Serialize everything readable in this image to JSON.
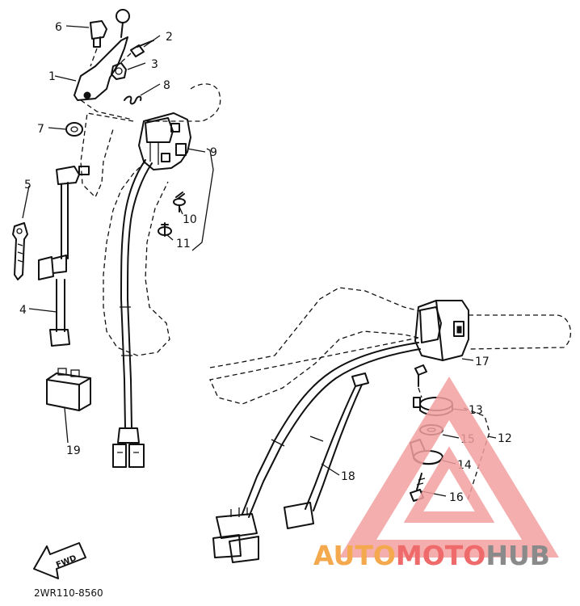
{
  "callouts": [
    "1",
    "2",
    "3",
    "4",
    "5",
    "6",
    "7",
    "8",
    "9",
    "10",
    "11",
    "12",
    "13",
    "14",
    "15",
    "16",
    "17",
    "18",
    "19"
  ],
  "arrow_label": "FWD",
  "drawing_code": "2WR110-8560",
  "watermark": {
    "auto": "AUTO",
    "moto": "MOTO",
    "hub": "HUB",
    "colors": {
      "auto": "#f4a94e",
      "moto": "#ef6b6b",
      "hub": "#8a8a8a",
      "triangle": "#f2a0a0"
    }
  }
}
